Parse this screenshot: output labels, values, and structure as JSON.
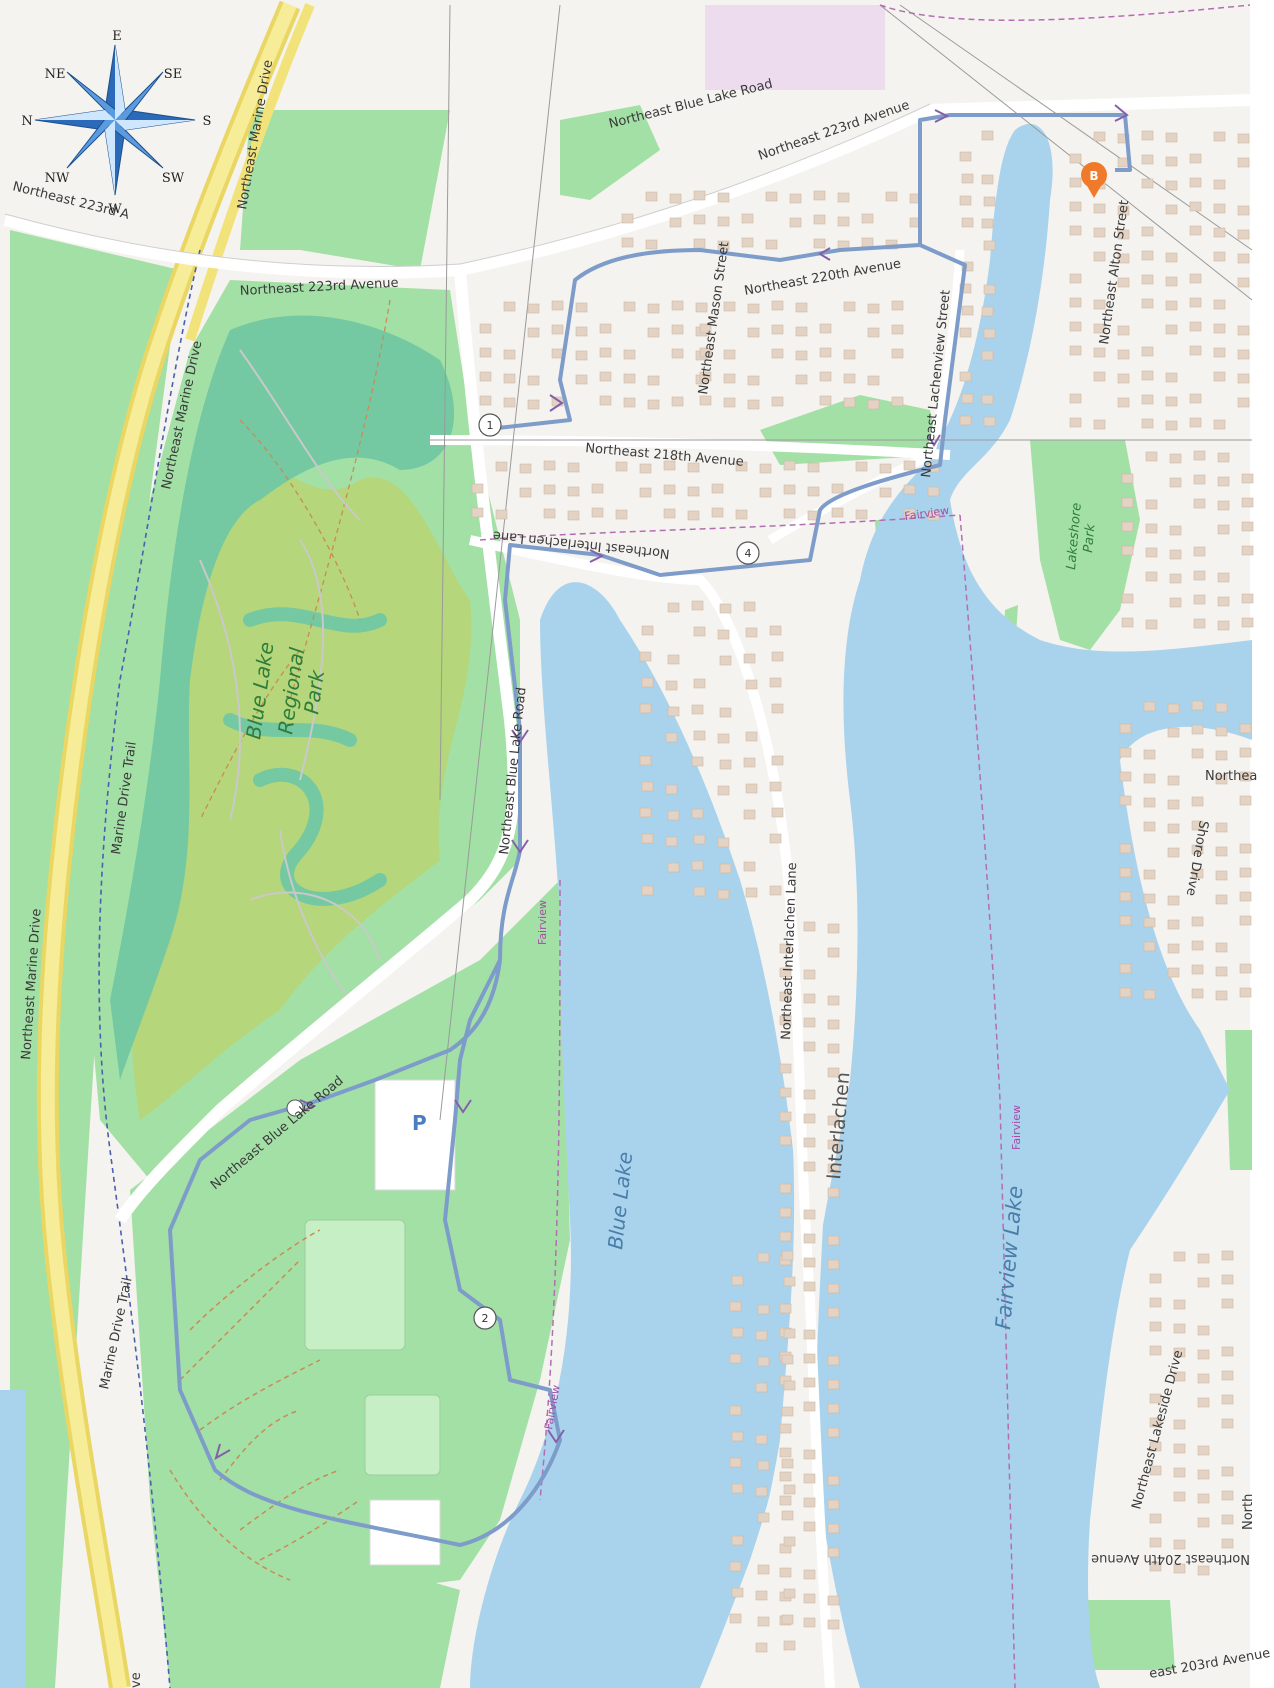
{
  "map": {
    "roads": {
      "ne_223rd_avenue_west": "Northeast 223rd Avenue",
      "ne_223rd_avenue_east": "Northeast 223rd Avenue",
      "ne_223rd_avenue_corner": "Northeast 223rd A",
      "ne_blue_lake_road_north": "Northeast Blue Lake Road",
      "ne_blue_lake_road_mid": "Northeast Blue Lake Road",
      "ne_blue_lake_road_south": "Northeast Blue Lake Road",
      "ne_marine_drive_top": "Northeast Marine Drive",
      "ne_marine_drive_mid": "Northeast Marine Drive",
      "ne_marine_drive_left": "Northeast Marine Drive",
      "marine_drive_trail_upper": "Marine Drive Trail",
      "marine_drive_trail_lower": "Marine Drive Trail",
      "ne_mason_street": "Northeast Mason Street",
      "ne_220th_avenue": "Northeast 220th Avenue",
      "ne_lachenview_street": "Northeast Lachenview Street",
      "ne_218th_avenue": "Northeast 218th Avenue",
      "ne_interlachen_lane_north": "Northeast Interlachen Lane",
      "ne_interlachen_lane_south": "Northeast Interlachen Lane",
      "ne_alton_street": "Northeast Alton Street",
      "ne_lakeside_drive": "Northeast Lakeside Drive",
      "ne_204th_avenue": "Northeast 204th Avenue",
      "ne_203rd_avenue": "east 203rd Avenue",
      "northea_partial": "Northea",
      "shore_drive": "Shore Drive",
      "north_partial": "North"
    },
    "areas": {
      "blue_lake_regional_park": [
        "Blue Lake",
        "Regional",
        "Park"
      ],
      "lakeshore_park": [
        "Lakeshore",
        "Park"
      ],
      "interlachen": "Interlachen",
      "blue_lake": "Blue Lake",
      "fairview_lake": "Fairview Lake"
    },
    "boundaries": {
      "fairview_1": "Fairview",
      "fairview_2": "Fairview",
      "fairview_3": "Fairview",
      "fairview_4": "Fairview"
    },
    "compass": {
      "n": "N",
      "e": "E",
      "s": "S",
      "w": "W",
      "ne": "NE",
      "se": "SE",
      "sw": "SW",
      "nw": "NW"
    },
    "waypoints": {
      "wp1": "1",
      "wp2": "2",
      "wp4": "4"
    },
    "markers": {
      "parking": "P",
      "finish": "B",
      "edge_cut": "ve"
    },
    "colors": {
      "water": "#a9d3ec",
      "park": "#a3e0a6",
      "wetland": "#74c9a2",
      "forest": "#b5d67a",
      "road_major": "#f2e27a",
      "route": "#7d9cc9",
      "route_arrow": "#8560a8",
      "building": "#e3d3c4",
      "boundary": "#b36db3",
      "finish_marker": "#f07a2a"
    }
  }
}
